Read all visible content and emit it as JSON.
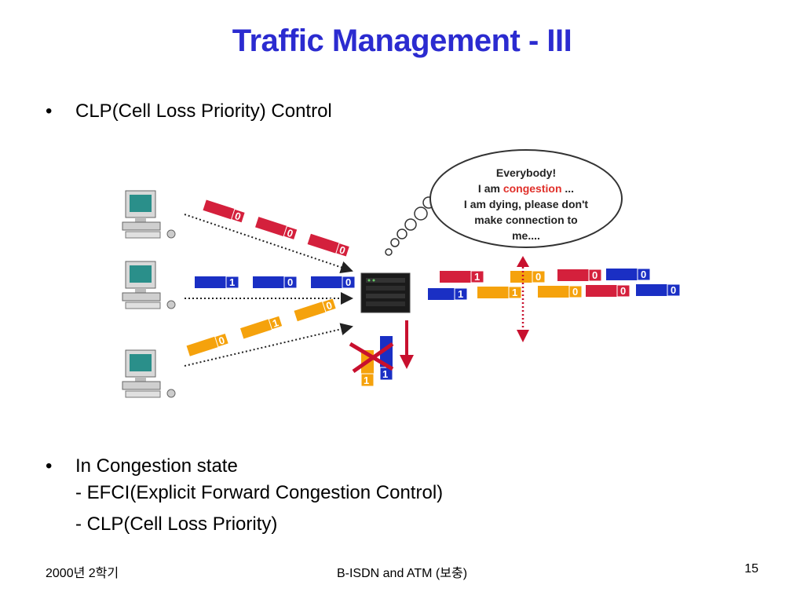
{
  "slide": {
    "title": "Traffic Management - III",
    "bullet1": "CLP(Cell Loss Priority) Control",
    "bullet2": "In Congestion state",
    "sub1": "- EFCI(Explicit Forward Congestion Control)",
    "sub2": "- CLP(Cell Loss Priority)",
    "bullet_glyph": "•"
  },
  "figure": {
    "bubble": {
      "line1": "Everybody!",
      "line2_pre": "I am ",
      "line2_highlight": "congestion",
      "line2_post": " ...",
      "line3": "I am dying, please don't",
      "line4": "make connection to",
      "line5": "me...."
    },
    "cell_labels": {
      "red_top": [
        "0",
        "0",
        "0"
      ],
      "blue_mid": [
        "1",
        "0",
        "0"
      ],
      "orange_low": [
        "0",
        "1",
        "0"
      ],
      "dropped": [
        "1",
        "1"
      ],
      "out_top": [
        "1",
        "0",
        "0",
        "0"
      ],
      "out_bottom": [
        "1",
        "1",
        "0",
        "0",
        "0"
      ]
    },
    "colors": {
      "red": "#d4203c",
      "blue": "#1a2fc4",
      "orange": "#f5a20c",
      "highlight": "#e0302a",
      "arrow": "#c8102e"
    }
  },
  "footer": {
    "left": "2000년 2학기",
    "center": "B-ISDN and ATM (보충)",
    "page": "15"
  }
}
